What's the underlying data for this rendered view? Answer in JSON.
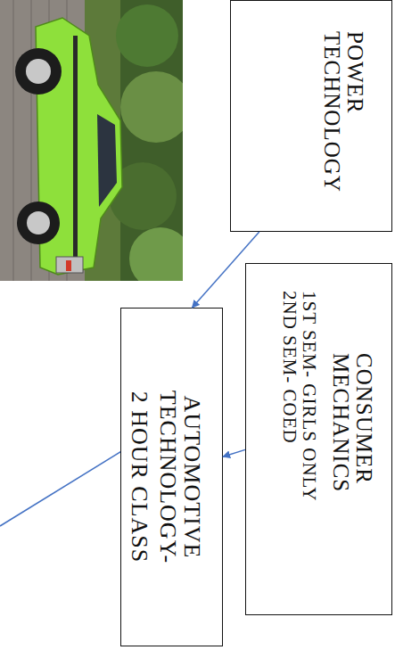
{
  "diagram": {
    "nodes": [
      {
        "text": [
          "POWER TECHNOLOGY"
        ]
      },
      {
        "text": [
          "CONSUMER MECHANICS",
          "1ST SEM- GIRLS ONLY",
          "2ND SEM- COED"
        ]
      },
      {
        "text": [
          "AUTOMOTIVE TECHNOLOGY-",
          "2 HOUR CLASS"
        ]
      }
    ],
    "edges": [
      {
        "from": 0,
        "to": 2,
        "arrow": "to"
      },
      {
        "from": 1,
        "to": 2,
        "arrow": "to"
      }
    ]
  }
}
